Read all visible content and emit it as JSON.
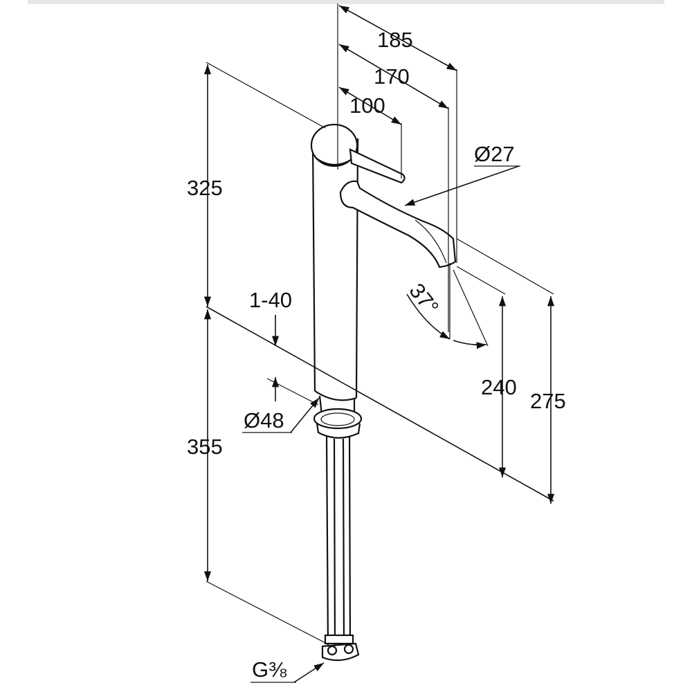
{
  "dimensions": {
    "reach_185": "185",
    "reach_170": "170",
    "handle_100": "100",
    "spout_diameter": "Ø27",
    "height_325": "325",
    "deck_thickness": "1-40",
    "base_diameter": "Ø48",
    "hose_355": "355",
    "angle_37": "37°",
    "spout_height_240": "240",
    "total_height_275": "275",
    "connection_thread": "G⅜"
  },
  "colors": {
    "line": "#111111",
    "background": "#ffffff"
  }
}
